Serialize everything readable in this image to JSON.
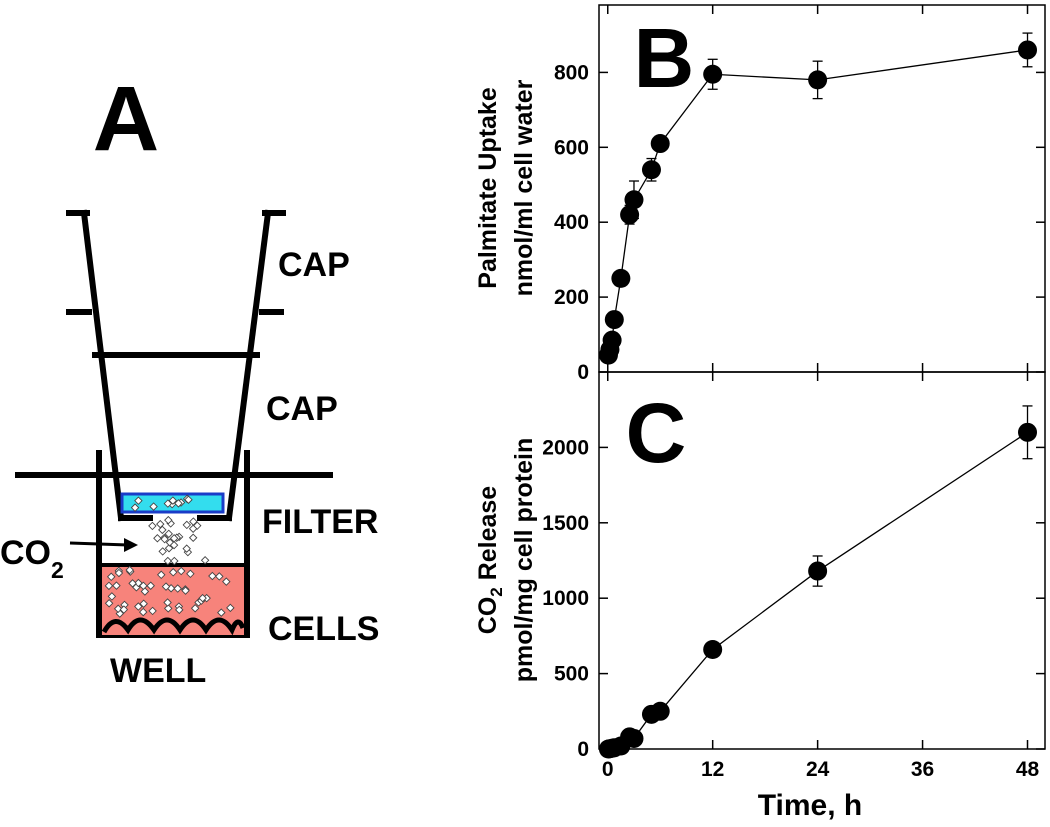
{
  "diagram": {
    "panel_letter": "A",
    "labels": {
      "cap_upper": "CAP",
      "cap_lower": "CAP",
      "filter": "FILTER",
      "cells": "CELLS",
      "well": "WELL",
      "co2_main": "CO",
      "co2_sub": "2"
    },
    "colors": {
      "filter_fill": "#33ddee",
      "filter_border": "#1a3cc8",
      "medium_fill": "#f7837b",
      "outline": "#000000"
    }
  },
  "chart_data": [
    {
      "panel": "B",
      "type": "scatter",
      "ylabel_line1": "Palmitate Uptake",
      "ylabel_line2": "nmol/ml cell water",
      "xlim": [
        -1,
        50
      ],
      "ylim": [
        0,
        980
      ],
      "yticks": [
        0,
        200,
        400,
        600,
        800
      ],
      "xticks": [
        0,
        12,
        24,
        36,
        48
      ],
      "show_xtick_labels": false,
      "points": [
        {
          "x": 0.08,
          "y": 45,
          "err": 0
        },
        {
          "x": 0.25,
          "y": 60,
          "err": 0
        },
        {
          "x": 0.5,
          "y": 85,
          "err": 0
        },
        {
          "x": 0.75,
          "y": 140,
          "err": 0
        },
        {
          "x": 1.5,
          "y": 250,
          "err": 0
        },
        {
          "x": 2.5,
          "y": 420,
          "err": 25
        },
        {
          "x": 3,
          "y": 460,
          "err": 50
        },
        {
          "x": 5,
          "y": 540,
          "err": 30
        },
        {
          "x": 6,
          "y": 610,
          "err": 0
        },
        {
          "x": 12,
          "y": 795,
          "err": 40
        },
        {
          "x": 24,
          "y": 780,
          "err": 50
        },
        {
          "x": 48,
          "y": 860,
          "err": 45
        }
      ],
      "color": "#000000"
    },
    {
      "panel": "C",
      "type": "scatter",
      "ylabel_line1_main": "CO",
      "ylabel_line1_sub": "2",
      "ylabel_line1_rest": " Release",
      "ylabel_line2": "pmol/mg cell protein",
      "xlabel": "Time, h",
      "xlim": [
        -1,
        50
      ],
      "ylim": [
        0,
        2500
      ],
      "yticks": [
        0,
        500,
        1000,
        1500,
        2000
      ],
      "xticks": [
        0,
        12,
        24,
        36,
        48
      ],
      "show_xtick_labels": true,
      "points": [
        {
          "x": 0.08,
          "y": 0,
          "err": 0
        },
        {
          "x": 0.25,
          "y": 2,
          "err": 0
        },
        {
          "x": 0.5,
          "y": 5,
          "err": 0
        },
        {
          "x": 0.75,
          "y": 8,
          "err": 0
        },
        {
          "x": 1.5,
          "y": 20,
          "err": 0
        },
        {
          "x": 2.5,
          "y": 80,
          "err": 0
        },
        {
          "x": 3,
          "y": 70,
          "err": 0
        },
        {
          "x": 5,
          "y": 230,
          "err": 0
        },
        {
          "x": 6,
          "y": 250,
          "err": 0
        },
        {
          "x": 12,
          "y": 660,
          "err": 0
        },
        {
          "x": 24,
          "y": 1180,
          "err": 100
        },
        {
          "x": 48,
          "y": 2100,
          "err": 175
        }
      ],
      "color": "#000000"
    }
  ]
}
